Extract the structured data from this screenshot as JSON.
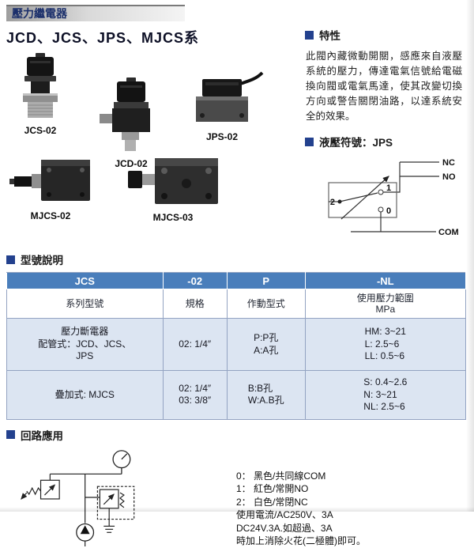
{
  "colors": {
    "accent": "#23418e",
    "table-header-bg": "#4a7ebb",
    "table-body-bg": "#dce5f2",
    "title-text": "#1b2f6b"
  },
  "header": {
    "title": "壓力繼電器",
    "series": "JCD、JCS、JPS、MJCS系"
  },
  "products": [
    {
      "label": "JCS-02"
    },
    {
      "label": "JPS-02"
    },
    {
      "label": "JCD-02"
    },
    {
      "label": "MJCS-02"
    },
    {
      "label": "MJCS-03"
    }
  ],
  "features": {
    "heading": "特性",
    "text": "此閥內藏微動開關，感應來自液壓系統的壓力，傳達電氣信號給電磁換向閥或電氣馬達，使其改變切換方向或警告關閉油路，以達系統安全的效果。"
  },
  "symbol": {
    "heading": "液壓符號：JPS",
    "nc": "NC",
    "no": "NO",
    "com": "COM",
    "c2": "2",
    "c1": "1",
    "c0": "0"
  },
  "model_table": {
    "heading": "型號說明",
    "columns": [
      "JCS",
      "-02",
      "P",
      "-NL"
    ],
    "subcolumns": [
      "系列型號",
      "規格",
      "作動型式",
      "使用壓力範圍\nMPa"
    ],
    "rows": [
      [
        "壓力斷電器\n配管式：JCD、JCS、\nJPS",
        "02: 1/4″",
        "P:P孔\nA:A孔",
        "HM: 3~21\nL: 2.5~6\nLL: 0.5~6"
      ],
      [
        "疊加式: MJCS",
        "02: 1/4″\n03: 3/8″",
        "B:B孔\nW:A.B孔",
        "S: 0.4~2.6\nN: 3~21\nNL: 2.5~6"
      ]
    ]
  },
  "circuit": {
    "heading": "回路應用",
    "notes": [
      "0： 黑色/共同線COM",
      "1： 紅色/常開NO",
      "2： 白色/常閉NC",
      "使用電流/AC250V、3A",
      "DC24V.3A.如超過、3A",
      "時加上消除火花(二極體)即可。"
    ]
  }
}
